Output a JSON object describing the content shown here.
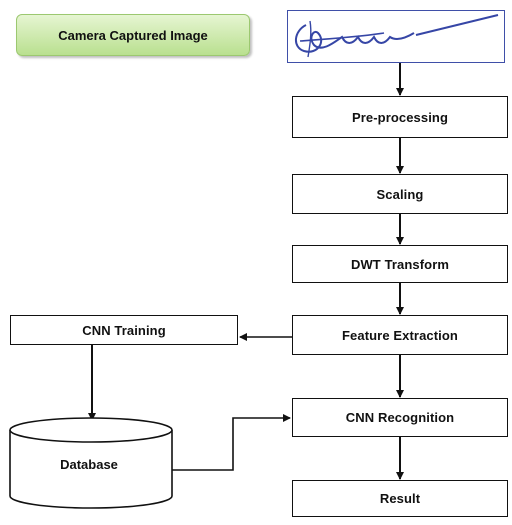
{
  "camera_label": "Camera Captured Image",
  "steps": {
    "preprocessing": "Pre-processing",
    "scaling": "Scaling",
    "dwt": "DWT Transform",
    "feature": "Feature Extraction",
    "recognition": "CNN Recognition",
    "result": "Result"
  },
  "training": "CNN Training",
  "database": "Database",
  "colors": {
    "label_fill": "#c6e8a1",
    "signature_ink": "#3646a6",
    "stroke": "#111111"
  }
}
